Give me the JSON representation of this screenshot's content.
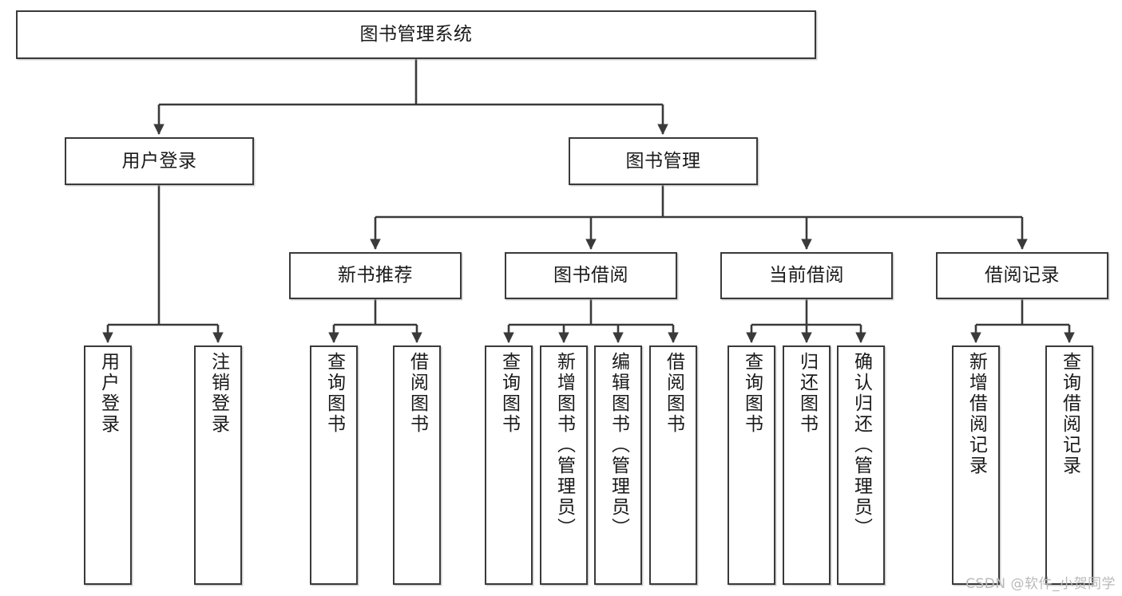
{
  "diagram": {
    "title": "图书管理系统",
    "type": "tree",
    "watermark": "CSDN @软件_小贺同学",
    "colors": {
      "stroke": "#3a3a3a",
      "text": "#1a1a1a",
      "background": "#ffffff",
      "watermark": "#b9b9b9"
    },
    "nodes": {
      "root": {
        "label": "图书管理系统"
      },
      "level2": [
        {
          "id": "user-login",
          "label": "用户登录"
        },
        {
          "id": "book-management",
          "label": "图书管理"
        }
      ],
      "level3": [
        {
          "id": "new-book-recommend",
          "label": "新书推荐"
        },
        {
          "id": "book-borrow",
          "label": "图书借阅"
        },
        {
          "id": "current-borrow",
          "label": "当前借阅"
        },
        {
          "id": "borrow-record",
          "label": "借阅记录"
        }
      ],
      "leaves": {
        "user-login": [
          {
            "id": "leaf-user-login",
            "label": "用户登录"
          },
          {
            "id": "leaf-logout-login",
            "label": "注销登录"
          }
        ],
        "new-book-recommend": [
          {
            "id": "leaf-query-book-1",
            "label": "查询图书"
          },
          {
            "id": "leaf-borrow-book-1",
            "label": "借阅图书"
          }
        ],
        "book-borrow": [
          {
            "id": "leaf-query-book-2",
            "label": "查询图书"
          },
          {
            "id": "leaf-add-book",
            "label": "新增图书（管理员）"
          },
          {
            "id": "leaf-edit-book",
            "label": "编辑图书（管理员）"
          },
          {
            "id": "leaf-borrow-book-2",
            "label": "借阅图书"
          }
        ],
        "current-borrow": [
          {
            "id": "leaf-query-book-3",
            "label": "查询图书"
          },
          {
            "id": "leaf-return-book",
            "label": "归还图书"
          },
          {
            "id": "leaf-confirm-return",
            "label": "确认归还（管理员）"
          }
        ],
        "borrow-record": [
          {
            "id": "leaf-add-record",
            "label": "新增借阅记录"
          },
          {
            "id": "leaf-query-record",
            "label": "查询借阅记录"
          }
        ]
      }
    }
  }
}
